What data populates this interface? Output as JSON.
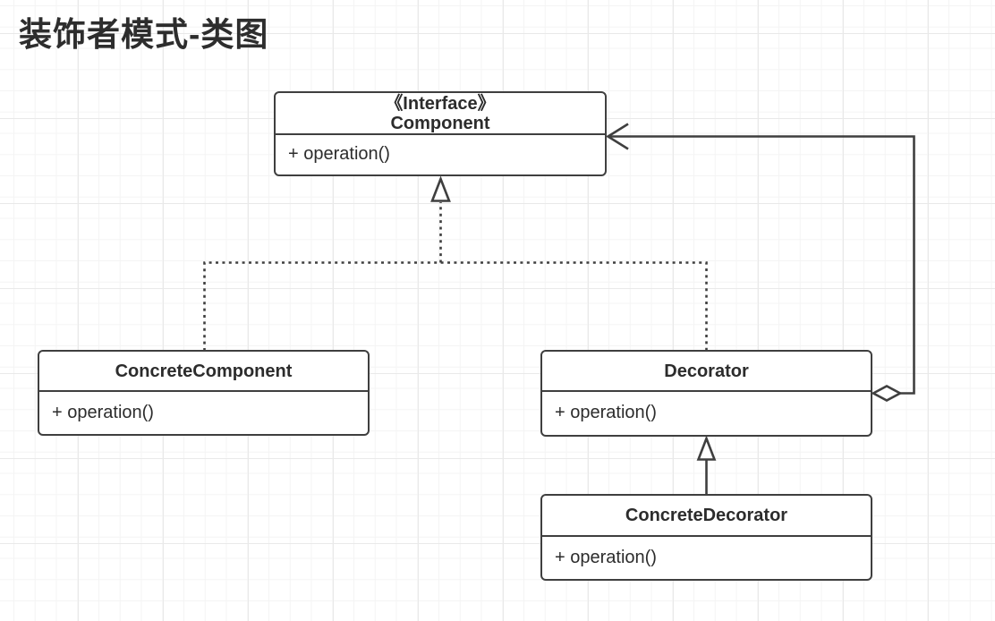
{
  "page": {
    "title": "装饰者模式-类图"
  },
  "diagram": {
    "kind": "uml-class-diagram",
    "classes": [
      {
        "id": "component",
        "stereotype": "《Interface》",
        "name": "Component",
        "members": [
          "+ operation()"
        ]
      },
      {
        "id": "concrete-component",
        "stereotype": "",
        "name": "ConcreteComponent",
        "members": [
          "+ operation()"
        ]
      },
      {
        "id": "decorator",
        "stereotype": "",
        "name": "Decorator",
        "members": [
          "+ operation()"
        ]
      },
      {
        "id": "concrete-decorator",
        "stereotype": "",
        "name": "ConcreteDecorator",
        "members": [
          "+ operation()"
        ]
      }
    ],
    "relationships": [
      {
        "from": "ConcreteComponent",
        "to": "Component",
        "type": "realization",
        "line": "dotted",
        "arrow": "hollow-triangle"
      },
      {
        "from": "Decorator",
        "to": "Component",
        "type": "realization",
        "line": "dotted",
        "arrow": "hollow-triangle"
      },
      {
        "from": "ConcreteDecorator",
        "to": "Decorator",
        "type": "generalization",
        "line": "solid",
        "arrow": "hollow-triangle"
      },
      {
        "from": "Decorator",
        "to": "Component",
        "type": "aggregation",
        "line": "solid",
        "arrow": "open-arrow",
        "diamond": "hollow"
      }
    ],
    "colors": {
      "stroke": "#3f3f3f",
      "text": "#2c2c2c",
      "canvas": "#ffffff",
      "grid_minor": "#f4f4f4",
      "grid_major": "#e9e9e9"
    }
  }
}
